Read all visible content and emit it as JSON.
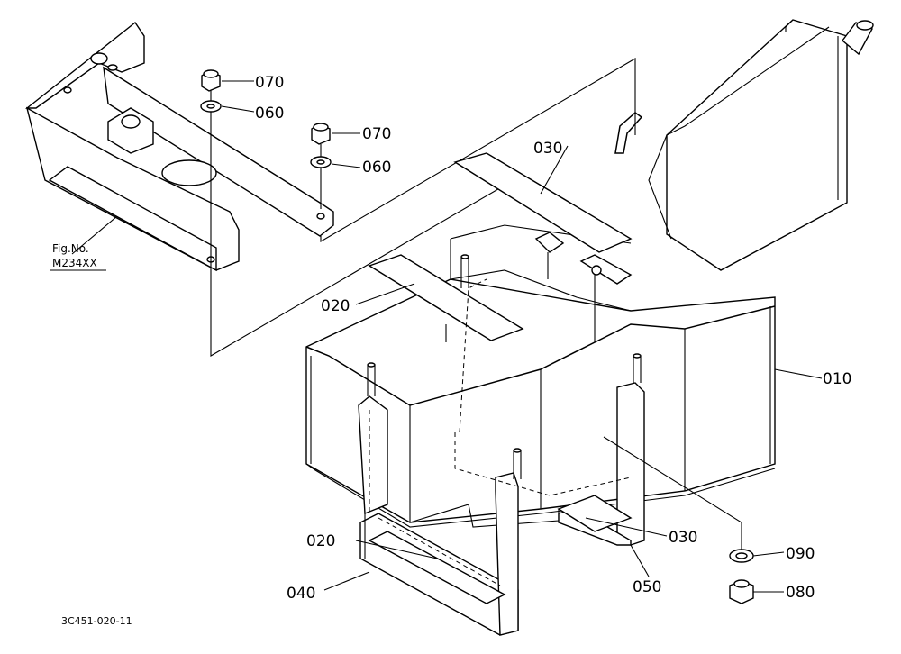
{
  "labels": {
    "p010": "010",
    "p020_top": "020",
    "p020_bottom": "020",
    "p030_top": "030",
    "p030_bottom": "030",
    "p040": "040",
    "p050": "050",
    "p060_a": "060",
    "p060_b": "060",
    "p070_a": "070",
    "p070_b": "070",
    "p080": "080",
    "p090": "090"
  },
  "figure_ref": {
    "line1": "Fig.No.",
    "line2": "M234XX"
  },
  "drawing_code": "3C451-020-11"
}
